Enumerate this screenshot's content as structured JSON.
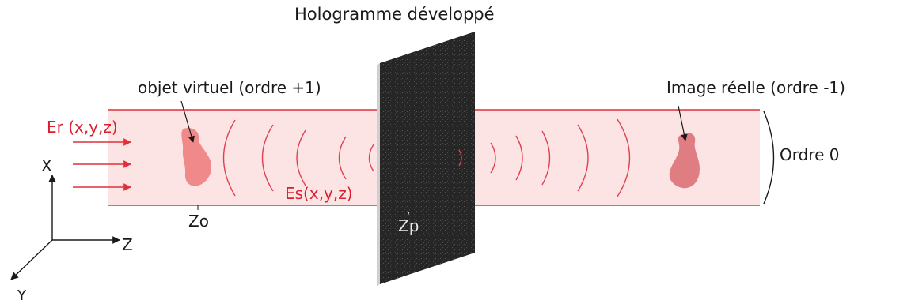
{
  "diagram": {
    "title": "Hologramme développé",
    "labels": {
      "virtual_object": "objet virtuel (ordre +1)",
      "real_image": "Image réelle (ordre -1)",
      "reference_wave": "Er (x,y,z)",
      "object_wave": "Es(x,y,z)",
      "order_zero": "Ordre 0",
      "z_object": "Zo",
      "z_plate": "Zp"
    },
    "axes": {
      "x": "X",
      "y": "Y",
      "z": "Z"
    }
  },
  "colors": {
    "beam_fill": "#fde4e4",
    "beam_line": "#e0303a",
    "wavefront": "#e04050",
    "label_red": "#d8202c",
    "object_fill": "#f08a8a",
    "image_fill": "#df7d83",
    "plate": "#2b2b2b",
    "text": "#1a1a1a"
  }
}
